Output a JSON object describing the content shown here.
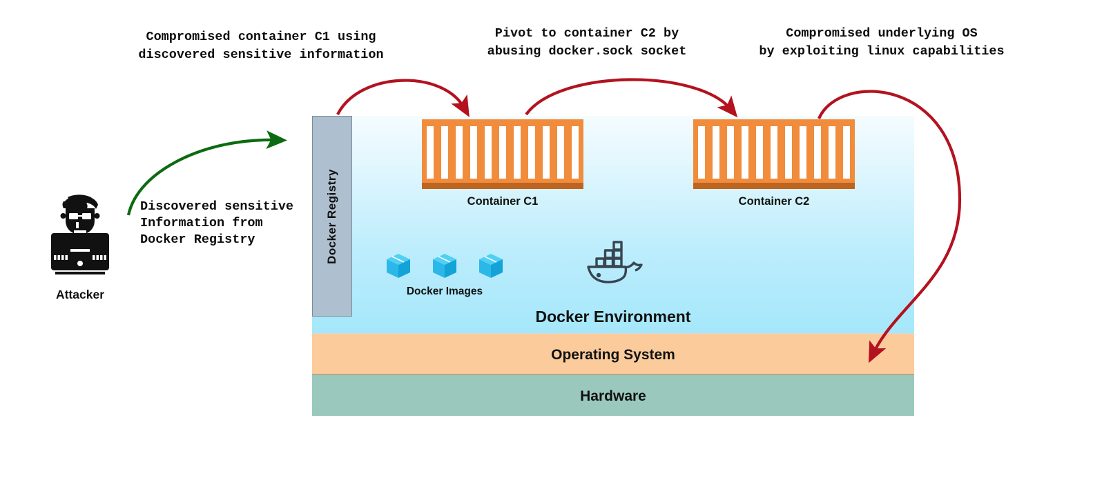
{
  "diagram": {
    "title": "Docker container attack path diagram",
    "colors": {
      "attack_arrow": "#b3121f",
      "exfil_arrow": "#0b6b10",
      "container_body": "#f08c3c",
      "container_base": "#bd6520",
      "registry_fill": "#aebfcf",
      "registry_border": "#7b8b99",
      "docker_env_top": "#f4fcff",
      "docker_env_bottom": "#a5e7fb",
      "operating_system": "#fbcb9c",
      "hardware": "#9ac8bd",
      "docker_image_icon": "#2bb8e8",
      "whale_outline": "#394551"
    }
  },
  "annotations": [
    {
      "id": "compromise-c1",
      "lines": [
        "Compromised container C1 using",
        "discovered sensitive information"
      ],
      "text": "Compromised container C1 using\ndiscovered sensitive information",
      "align": "center"
    },
    {
      "id": "pivot-c2",
      "lines": [
        "Pivot to container C2 by",
        "abusing docker.sock socket"
      ],
      "text": "Pivot to container C2 by\nabusing docker.sock socket",
      "align": "center"
    },
    {
      "id": "compromise-os",
      "lines": [
        "Compromised underlying OS",
        "by exploiting linux capabilities"
      ],
      "text": "Compromised underlying OS\nby exploiting linux capabilities",
      "align": "center"
    },
    {
      "id": "discovered-info",
      "lines": [
        "Discovered sensitive",
        "Information from",
        "Docker Registry"
      ],
      "text": "Discovered sensitive\nInformation from\nDocker Registry",
      "align": "left"
    }
  ],
  "attacker": {
    "label": "Attacker",
    "icon": "hacker-at-computer-icon"
  },
  "registry": {
    "label": "Docker Registry",
    "orientation": "vertical"
  },
  "containers": [
    {
      "id": "c1",
      "label": "Container C1",
      "slots": 11
    },
    {
      "id": "c2",
      "label": "Container C2",
      "slots": 11
    }
  ],
  "docker_images": {
    "label": "Docker Images",
    "count": 3,
    "icon": "cube-box-icon"
  },
  "docker_logo": {
    "icon": "docker-whale-icon"
  },
  "layers": [
    {
      "id": "docker-environment",
      "label": "Docker Environment"
    },
    {
      "id": "operating-system",
      "label": "Operating System"
    },
    {
      "id": "hardware",
      "label": "Hardware"
    }
  ]
}
